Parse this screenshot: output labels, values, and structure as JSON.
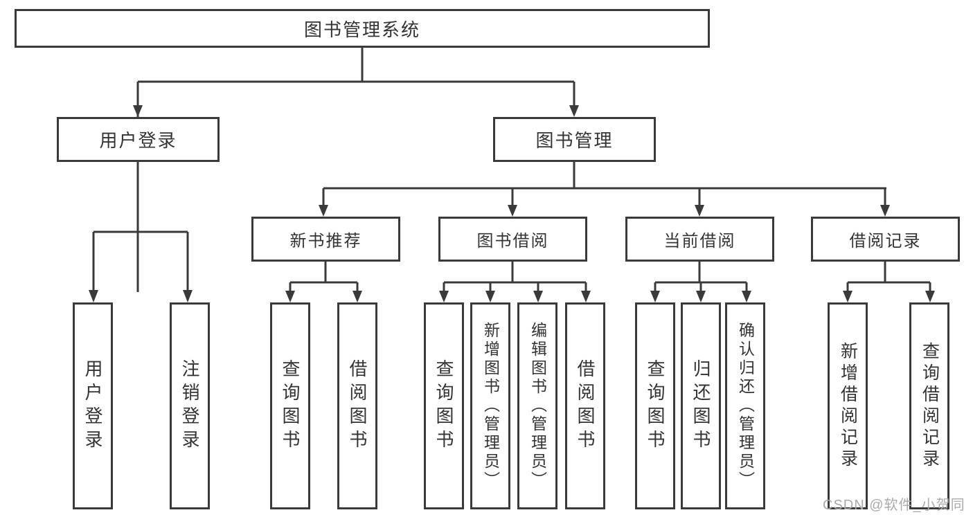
{
  "diagram": {
    "tree": {
      "root": {
        "label": "图书管理系统"
      },
      "level2": [
        {
          "label": "用户登录",
          "leaves": [
            "用户登录",
            "注销登录"
          ]
        },
        {
          "label": "图书管理",
          "children": [
            {
              "label": "新书推荐",
              "leaves": [
                "查询图书",
                "借阅图书"
              ]
            },
            {
              "label": "图书借阅",
              "leaves": [
                "查询图书",
                "新增图书（管理员）",
                "编辑图书（管理员）",
                "借阅图书"
              ]
            },
            {
              "label": "当前借阅",
              "leaves": [
                "查询图书",
                "归还图书",
                "确认归还（管理员）"
              ]
            },
            {
              "label": "借阅记录",
              "leaves": [
                "新增借阅记录",
                "查询借阅记录"
              ]
            }
          ]
        }
      ]
    },
    "colors": {
      "line": "#3a3a3a",
      "text": "#333333",
      "background": "#ffffff",
      "watermark": "#aaaaaa"
    }
  },
  "watermark": {
    "text": "CSDN @软件_小贺同学"
  }
}
